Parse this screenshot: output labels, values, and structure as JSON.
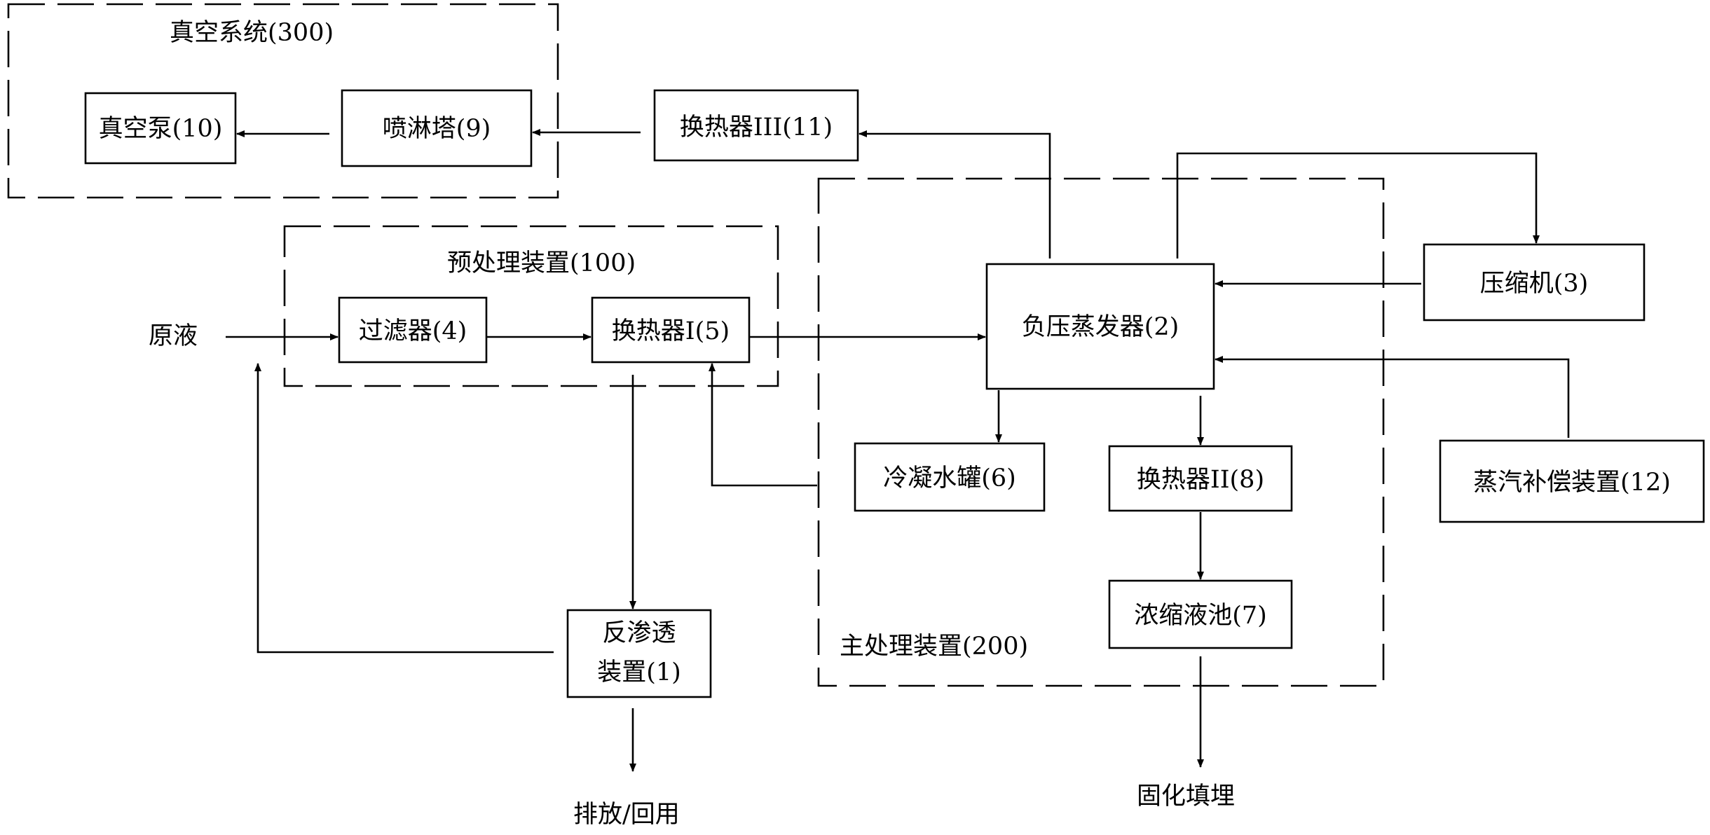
{
  "groups": {
    "vacuum": "真空系统(300)",
    "pretreat": "预处理装置(100)",
    "main": "主处理装置(200)"
  },
  "nodes": {
    "vacuum_pump": "真空泵(10)",
    "spray_tower": "喷淋塔(9)",
    "hx3": "换热器III(11)",
    "filter": "过滤器(4)",
    "hx1": "换热器I(5)",
    "evaporator": "负压蒸发器(2)",
    "compressor": "压缩机(3)",
    "condensate_tank": "冷凝水罐(6)",
    "hx2": "换热器II(8)",
    "steam_comp": "蒸汽补偿装置(12)",
    "ro_line1": "反渗透",
    "ro_line2": "装置(1)",
    "conc_pool": "浓缩液池(7)"
  },
  "labels": {
    "raw_liquid": "原液",
    "discharge": "排放/回用",
    "solidify": "固化填埋"
  }
}
